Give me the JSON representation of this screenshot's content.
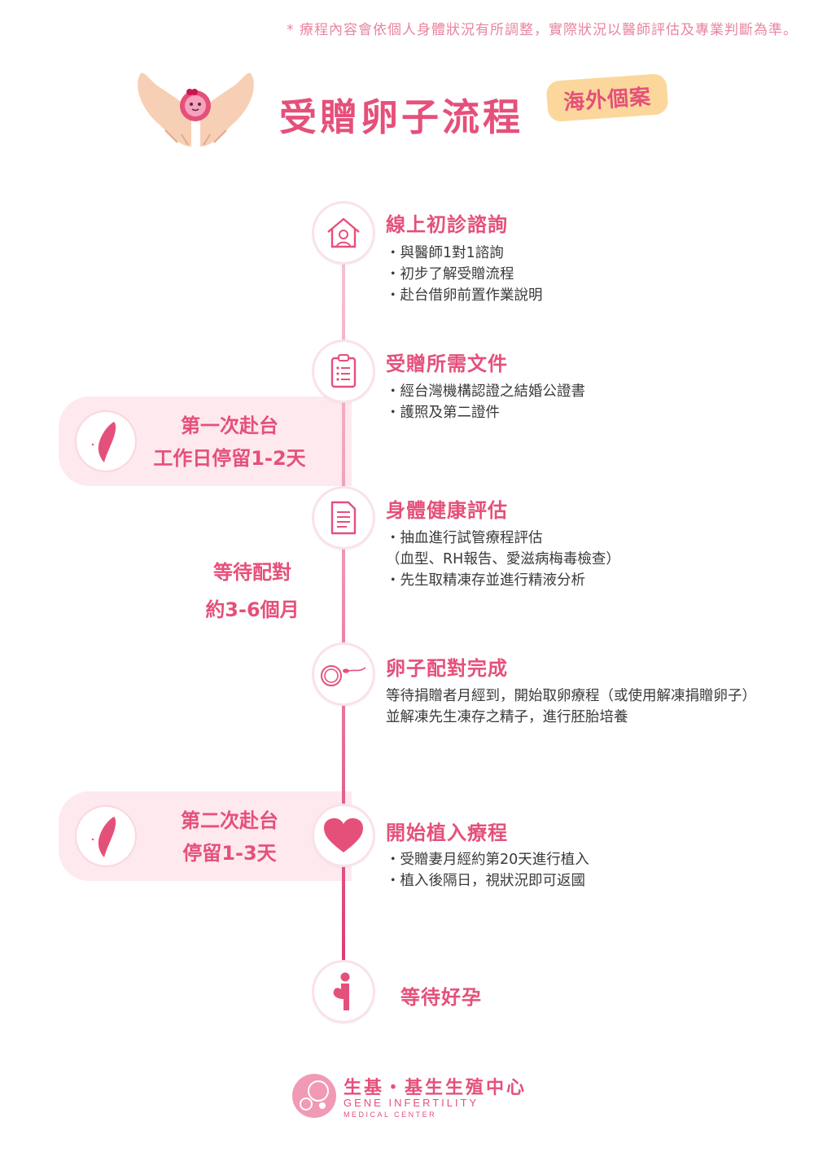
{
  "note": "* 療程內容會依個人身體狀況有所調整，實際狀況以醫師評估及專業判斷為準。",
  "title": "受贈卵子流程",
  "tag": "海外個案",
  "bands": [
    {
      "line1": "第一次赴台",
      "line2": "工作日停留1-2天"
    },
    {
      "line1": "第二次赴台",
      "line2": "停留1-3天"
    }
  ],
  "wait": {
    "line1": "等待配對",
    "line2": "約3-6個月"
  },
  "steps": [
    {
      "title": "線上初診諮詢",
      "icon": "house-person-icon",
      "items": [
        "・與醫師1對1諮詢",
        "・初步了解受贈流程",
        "・赴台借卵前置作業說明"
      ]
    },
    {
      "title": "受贈所需文件",
      "icon": "clipboard-icon",
      "items": [
        "・經台灣機構認證之結婚公證書",
        "・護照及第二證件"
      ]
    },
    {
      "title": "身體健康評估",
      "icon": "document-icon",
      "items": [
        "・抽血進行試管療程評估",
        "（血型、RH報告、愛滋病梅毒檢查）",
        "・先生取精凍存並進行精液分析"
      ]
    },
    {
      "title": "卵子配對完成",
      "icon": "egg-sperm-icon",
      "lines": [
        "等待捐贈者月經到，開始取卵療程（或使用解凍捐贈卵子）",
        "並解凍先生凍存之精子，進行胚胎培養"
      ]
    },
    {
      "title": "開始植入療程",
      "icon": "heart-icon",
      "items": [
        "・受贈妻月經約第20天進行植入",
        "・植入後隔日，視狀況即可返國"
      ]
    },
    {
      "title": "等待好孕",
      "icon": "pregnant-icon"
    }
  ],
  "footer": {
    "name_cn": "生基・基生生殖中心",
    "name_en1": "GENE INFERTILITY",
    "name_en2": "MEDICAL CENTER"
  },
  "colors": {
    "accent": "#e5507a",
    "band": "#fde9ee",
    "tag": "#fcd79c"
  }
}
